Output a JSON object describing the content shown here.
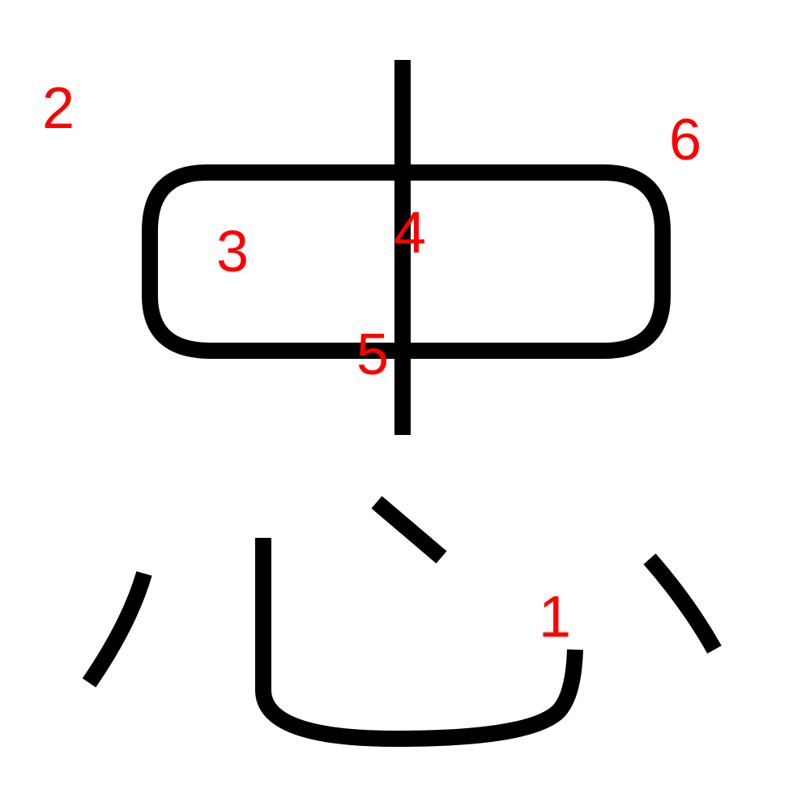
{
  "diagram": {
    "colors": {
      "background": "#ffffff",
      "stroke": "#000000",
      "label": "#ff0000"
    },
    "labels": {
      "n1": "1",
      "n2": "2",
      "n3": "3",
      "n4": "4",
      "n5": "5",
      "n6": "6"
    }
  }
}
